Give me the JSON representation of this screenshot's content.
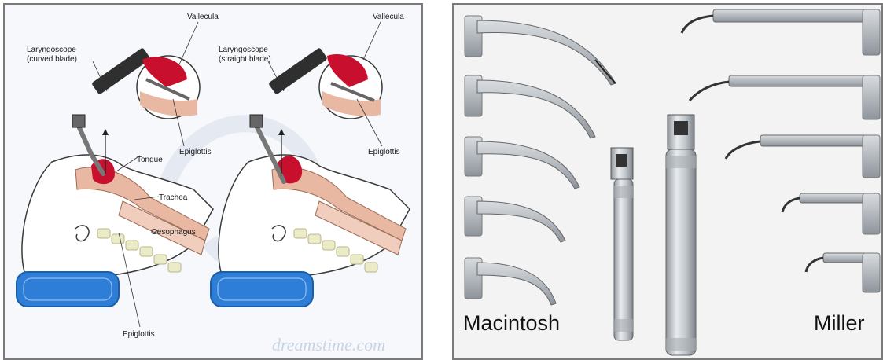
{
  "left": {
    "label_laryngoscope_curved": [
      "Laryngoscope",
      "(curved blade)"
    ],
    "label_laryngoscope_straight": [
      "Laryngoscope",
      "(straight blade)"
    ],
    "label_vallecula_1": "Vallecula",
    "label_vallecula_2": "Vallecula",
    "label_epiglottis_inset_1": "Epiglottis",
    "label_epiglottis_inset_2": "Epiglottis",
    "label_tongue": "Tongue",
    "label_trachea": "Trachea",
    "label_oesophagus": "Oesophagus",
    "label_epiglottis_bottom": "Epiglottis",
    "watermark": "dreamstime.com"
  },
  "right": {
    "label_macintosh": "Macintosh",
    "label_miller": "Miller"
  },
  "colors": {
    "tissue": "#e8b8a2",
    "tongue_red": "#c8102e",
    "pillow_blue": "#2e7dd6",
    "spine": "#ecebc7",
    "steel": "#b9bec4"
  }
}
